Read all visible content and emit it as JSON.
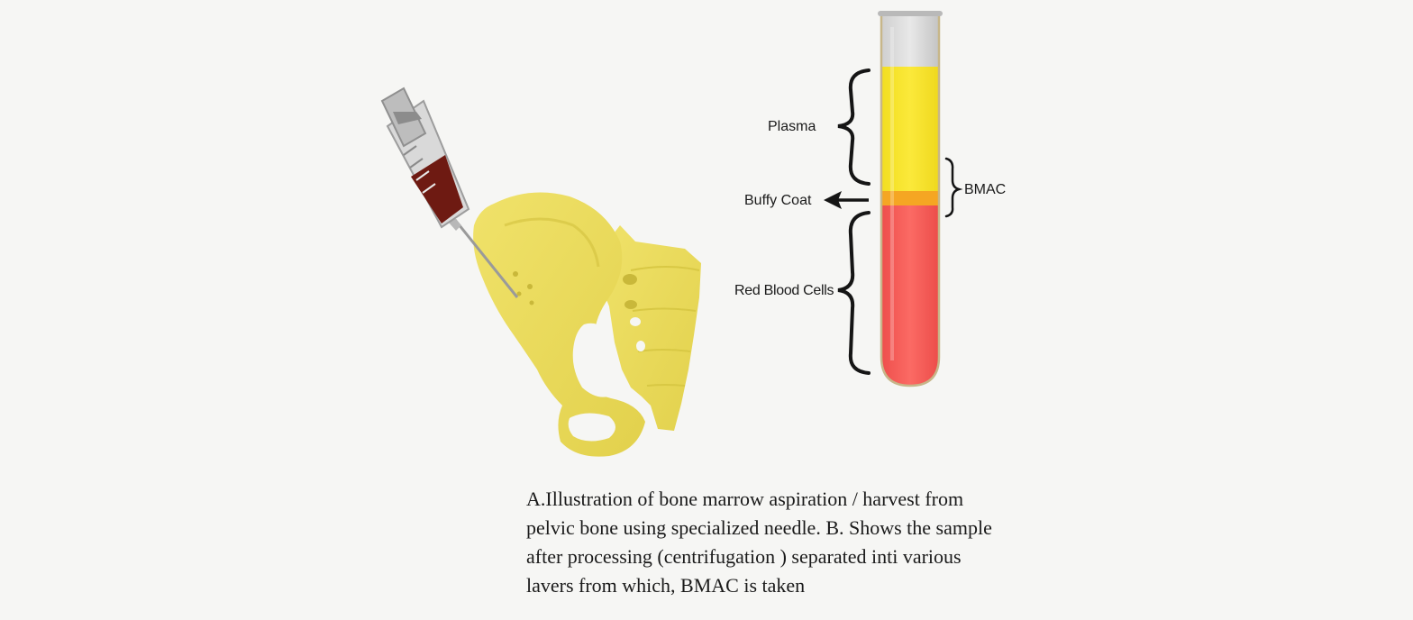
{
  "labels": {
    "plasma": "Plasma",
    "buffy_coat": "Buffy Coat",
    "red_blood_cells": "Red Blood Cells",
    "bmac": "BMAC"
  },
  "caption": {
    "lines": [
      "A.Illustration of bone marrow aspiration / harvest from",
      "pelvic bone using specialized needle. B. Shows the sample",
      "after processing (centrifugation ) separated inti various",
      "lavers from which, BMAC is taken"
    ]
  },
  "colors": {
    "background": "#f6f6f4",
    "bone": "#e8d95a",
    "plasma": "#f5e32a",
    "buffy_coat": "#f5a623",
    "red_blood_cells": "#f25a56",
    "aspirate": "#6e1a12"
  }
}
